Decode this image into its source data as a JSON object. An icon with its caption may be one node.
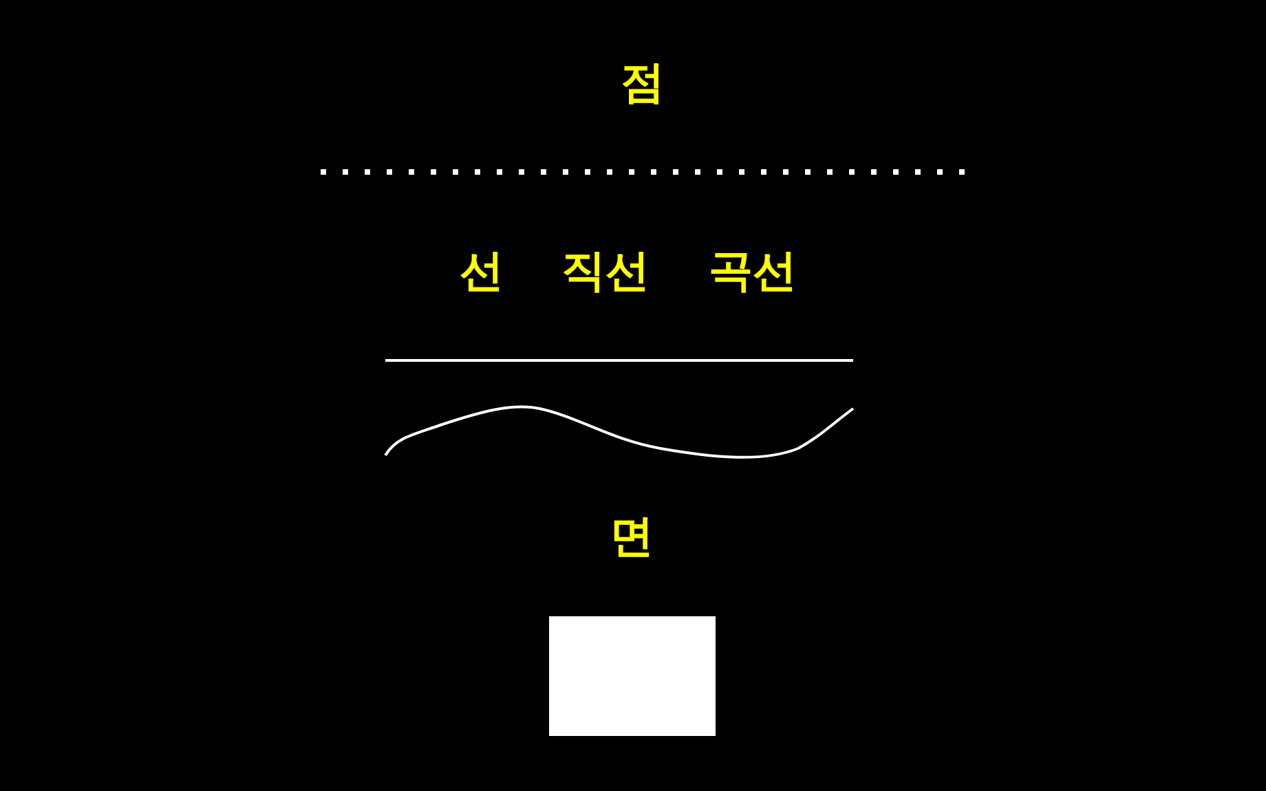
{
  "diagram": {
    "nodes": [
      {
        "text": [],
        "shape": "box"
      }
    ],
    "labels": [
      "점",
      "선",
      "직선",
      "곡선",
      "면"
    ]
  }
}
